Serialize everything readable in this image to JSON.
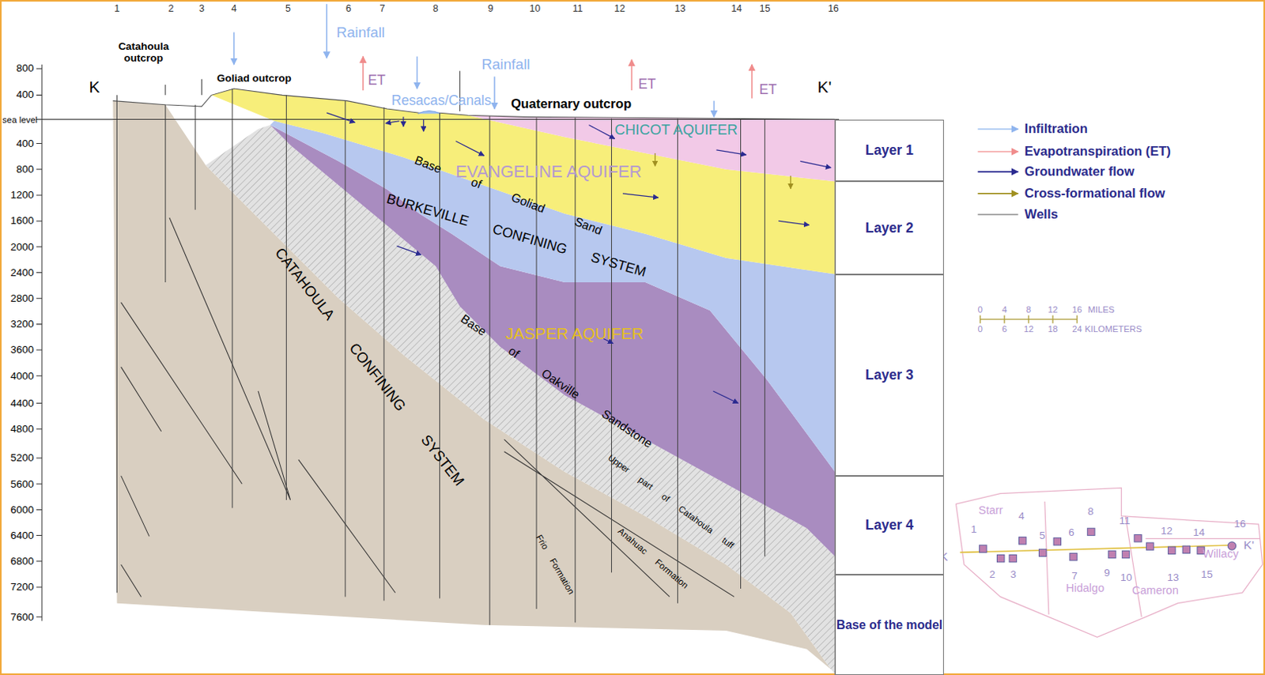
{
  "diagram": {
    "nodes": [
      {
        "text": [
          "Layer 1"
        ]
      },
      {
        "text": [
          "Layer 2"
        ]
      },
      {
        "text": [
          "Layer 3"
        ]
      },
      {
        "text": [
          "Layer 4"
        ]
      },
      {
        "text": [
          "Base of the model"
        ]
      }
    ],
    "labels": [
      "1",
      "2",
      "3",
      "4",
      "5",
      "6",
      "7",
      "8",
      "9",
      "10",
      "11",
      "12",
      "13",
      "14",
      "15",
      "16",
      "K",
      "K'",
      "800",
      "400",
      "sea level",
      "400",
      "800",
      "1200",
      "1600",
      "2000",
      "2400",
      "2800",
      "3200",
      "3600",
      "4000",
      "4400",
      "4800",
      "5200",
      "5600",
      "6000",
      "6400",
      "6800",
      "7200",
      "7600",
      "Catahoula outcrop",
      "Goliad outcrop",
      "Rainfall",
      "ET",
      "Resacas/Canals",
      "Rainfall",
      "Quaternary outcrop",
      "ET",
      "ET",
      "CHICOT AQUIFER",
      "EVANGELINE AQUIFER",
      "Base of Goliad Sand",
      "BURKEVILLE CONFINING SYSTEM",
      "JASPER AQUIFER",
      "Base of Oakville Sandstone",
      "CATAHOULA CONFINING SYSTEM",
      "Upper part of Catahoula tuff",
      "Anahuac Formation",
      "Frio Formation",
      "0",
      "4",
      "8",
      "12",
      "16",
      "MILES",
      "0",
      "6",
      "12",
      "18",
      "24",
      "KILOMETERS",
      "Starr",
      "Hidalgo",
      "Cameron",
      "Willacy",
      "K",
      "K'",
      "1",
      "2",
      "3",
      "4",
      "5",
      "6",
      "7",
      "8",
      "9",
      "10",
      "11",
      "12",
      "13",
      "14",
      "15",
      "16"
    ],
    "legend": [
      {
        "text": "Infiltration"
      },
      {
        "text": "Evapotranspiration (ET)"
      },
      {
        "text": "Groundwater flow"
      },
      {
        "text": "Cross-formational flow"
      },
      {
        "text": "Wells"
      }
    ]
  }
}
